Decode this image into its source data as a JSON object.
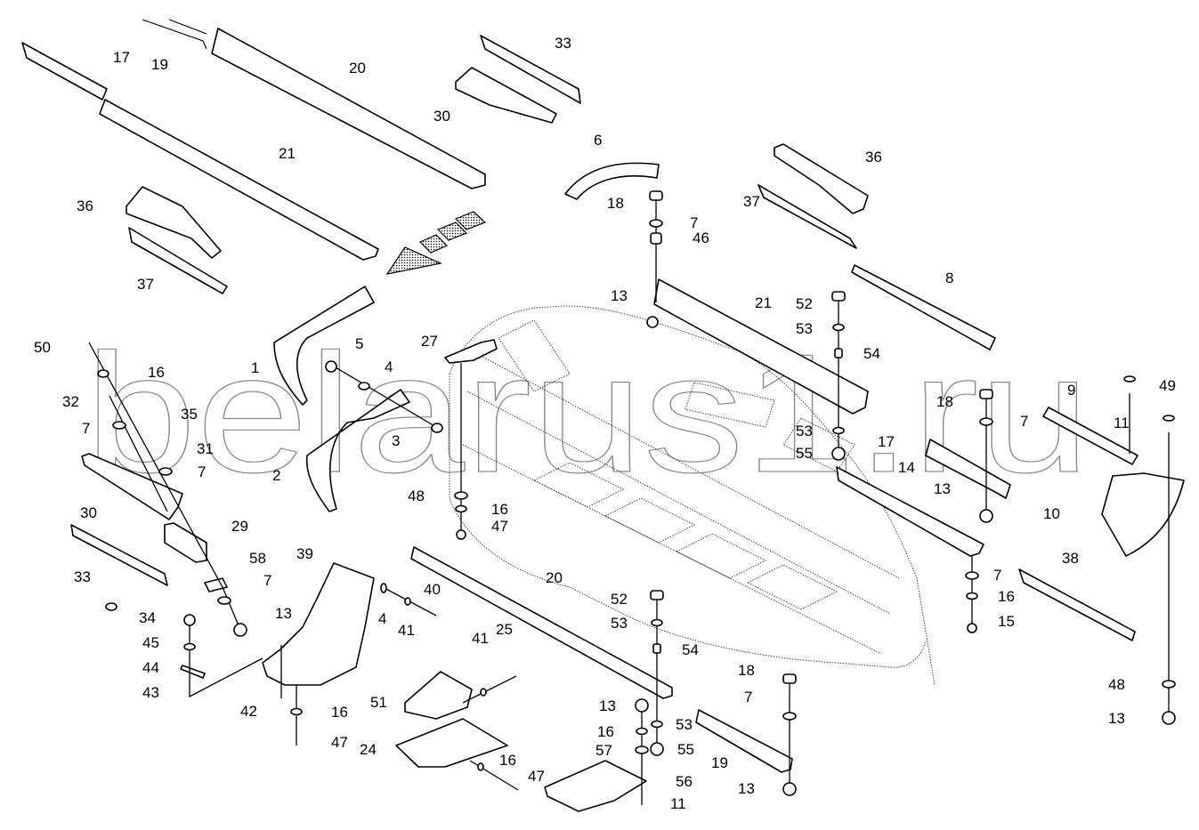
{
  "diagram": {
    "title": "Exploded parts diagram — frame rails, brackets and fasteners",
    "watermark": "belarus1.ru",
    "callouts": [
      {
        "id": "c17a",
        "label": "17",
        "part": "rail-section"
      },
      {
        "id": "c19a",
        "label": "19",
        "part": "rail-end"
      },
      {
        "id": "c20a",
        "label": "20",
        "part": "upper-rail"
      },
      {
        "id": "c21a",
        "label": "21",
        "part": "lower-rail"
      },
      {
        "id": "c33a",
        "label": "33",
        "part": "strip-bracket"
      },
      {
        "id": "c30a",
        "label": "30",
        "part": "gusset-plate"
      },
      {
        "id": "c6",
        "label": "6",
        "part": "arc-segment"
      },
      {
        "id": "c18a",
        "label": "18",
        "part": "bolt"
      },
      {
        "id": "c7a",
        "label": "7",
        "part": "washer"
      },
      {
        "id": "c46",
        "label": "46",
        "part": "spacer"
      },
      {
        "id": "c36a",
        "label": "36",
        "part": "bracket"
      },
      {
        "id": "c37a",
        "label": "37",
        "part": "strip"
      },
      {
        "id": "c36b",
        "label": "36",
        "part": "bracket"
      },
      {
        "id": "c37b",
        "label": "37",
        "part": "strip"
      },
      {
        "id": "c8",
        "label": "8",
        "part": "flat-bar"
      },
      {
        "id": "c13a",
        "label": "13",
        "part": "nut"
      },
      {
        "id": "c21b",
        "label": "21",
        "part": "channel"
      },
      {
        "id": "c52a",
        "label": "52",
        "part": "bolt"
      },
      {
        "id": "c53a",
        "label": "53",
        "part": "washer"
      },
      {
        "id": "c54a",
        "label": "54",
        "part": "bushing"
      },
      {
        "id": "c53b",
        "label": "53",
        "part": "washer"
      },
      {
        "id": "c55a",
        "label": "55",
        "part": "nut"
      },
      {
        "id": "c49",
        "label": "49",
        "part": "screw"
      },
      {
        "id": "c9",
        "label": "9",
        "part": "flat-bar"
      },
      {
        "id": "c18b",
        "label": "18",
        "part": "bolt"
      },
      {
        "id": "c7b",
        "label": "7",
        "part": "washer"
      },
      {
        "id": "c11a",
        "label": "11",
        "part": "screw"
      },
      {
        "id": "c17b",
        "label": "17",
        "part": "channel"
      },
      {
        "id": "c14",
        "label": "14",
        "part": "angle-bar"
      },
      {
        "id": "c13b",
        "label": "13",
        "part": "nut"
      },
      {
        "id": "c10",
        "label": "10",
        "part": "sector-plate"
      },
      {
        "id": "c38",
        "label": "38",
        "part": "angle-bar"
      },
      {
        "id": "c7c",
        "label": "7",
        "part": "washer"
      },
      {
        "id": "c16a",
        "label": "16",
        "part": "lock-washer"
      },
      {
        "id": "c15",
        "label": "15",
        "part": "bolt"
      },
      {
        "id": "c48a",
        "label": "48",
        "part": "washer"
      },
      {
        "id": "c13c",
        "label": "13",
        "part": "nut"
      },
      {
        "id": "c50",
        "label": "50",
        "part": "bolt"
      },
      {
        "id": "c16b",
        "label": "16",
        "part": "lock-washer"
      },
      {
        "id": "c32",
        "label": "32",
        "part": "bolt"
      },
      {
        "id": "c35",
        "label": "35",
        "part": "pin"
      },
      {
        "id": "c7d",
        "label": "7",
        "part": "washer"
      },
      {
        "id": "c31",
        "label": "31",
        "part": "bolt"
      },
      {
        "id": "c7e",
        "label": "7",
        "part": "washer"
      },
      {
        "id": "c30b",
        "label": "30",
        "part": "gusset-plate"
      },
      {
        "id": "c29",
        "label": "29",
        "part": "block"
      },
      {
        "id": "c33b",
        "label": "33",
        "part": "strip-bracket"
      },
      {
        "id": "c58",
        "label": "58",
        "part": "clip"
      },
      {
        "id": "c7f",
        "label": "7",
        "part": "washer"
      },
      {
        "id": "c34",
        "label": "34",
        "part": "screw"
      },
      {
        "id": "c13d",
        "label": "13",
        "part": "nut"
      },
      {
        "id": "c1",
        "label": "1",
        "part": "divider-left"
      },
      {
        "id": "c5",
        "label": "5",
        "part": "nut"
      },
      {
        "id": "c4a",
        "label": "4",
        "part": "washer"
      },
      {
        "id": "c3",
        "label": "3",
        "part": "bolt"
      },
      {
        "id": "c2",
        "label": "2",
        "part": "divider-right"
      },
      {
        "id": "c27",
        "label": "27",
        "part": "bracket"
      },
      {
        "id": "c48b",
        "label": "48",
        "part": "washer"
      },
      {
        "id": "c16c",
        "label": "16",
        "part": "lock-washer"
      },
      {
        "id": "c47a",
        "label": "47",
        "part": "bolt"
      },
      {
        "id": "c39",
        "label": "39",
        "part": "shield"
      },
      {
        "id": "c4b",
        "label": "4",
        "part": "washer"
      },
      {
        "id": "c41a",
        "label": "41",
        "part": "washer"
      },
      {
        "id": "c40",
        "label": "40",
        "part": "bolt"
      },
      {
        "id": "c45",
        "label": "45",
        "part": "nut"
      },
      {
        "id": "c44",
        "label": "44",
        "part": "washer"
      },
      {
        "id": "c43",
        "label": "43",
        "part": "plate"
      },
      {
        "id": "c42",
        "label": "42",
        "part": "screw"
      },
      {
        "id": "c16d",
        "label": "16",
        "part": "lock-washer"
      },
      {
        "id": "c47b",
        "label": "47",
        "part": "bolt"
      },
      {
        "id": "c20b",
        "label": "20",
        "part": "rail"
      },
      {
        "id": "c41b",
        "label": "41",
        "part": "washer"
      },
      {
        "id": "c25",
        "label": "25",
        "part": "bolt"
      },
      {
        "id": "c51",
        "label": "51",
        "part": "bracket"
      },
      {
        "id": "c24",
        "label": "24",
        "part": "skid"
      },
      {
        "id": "c16e",
        "label": "16",
        "part": "lock-washer"
      },
      {
        "id": "c47c",
        "label": "47",
        "part": "bolt"
      },
      {
        "id": "c52b",
        "label": "52",
        "part": "bolt"
      },
      {
        "id": "c53c",
        "label": "53",
        "part": "washer"
      },
      {
        "id": "c54b",
        "label": "54",
        "part": "bushing"
      },
      {
        "id": "c13e",
        "label": "13",
        "part": "nut"
      },
      {
        "id": "c16f",
        "label": "16",
        "part": "lock-washer"
      },
      {
        "id": "c57",
        "label": "57",
        "part": "washer"
      },
      {
        "id": "c53d",
        "label": "53",
        "part": "washer"
      },
      {
        "id": "c55b",
        "label": "55",
        "part": "nut"
      },
      {
        "id": "c56",
        "label": "56",
        "part": "skid-plate"
      },
      {
        "id": "c11b",
        "label": "11",
        "part": "screw"
      },
      {
        "id": "c18c",
        "label": "18",
        "part": "bolt"
      },
      {
        "id": "c7g",
        "label": "7",
        "part": "washer"
      },
      {
        "id": "c19b",
        "label": "19",
        "part": "channel"
      },
      {
        "id": "c13f",
        "label": "13",
        "part": "nut"
      }
    ]
  }
}
